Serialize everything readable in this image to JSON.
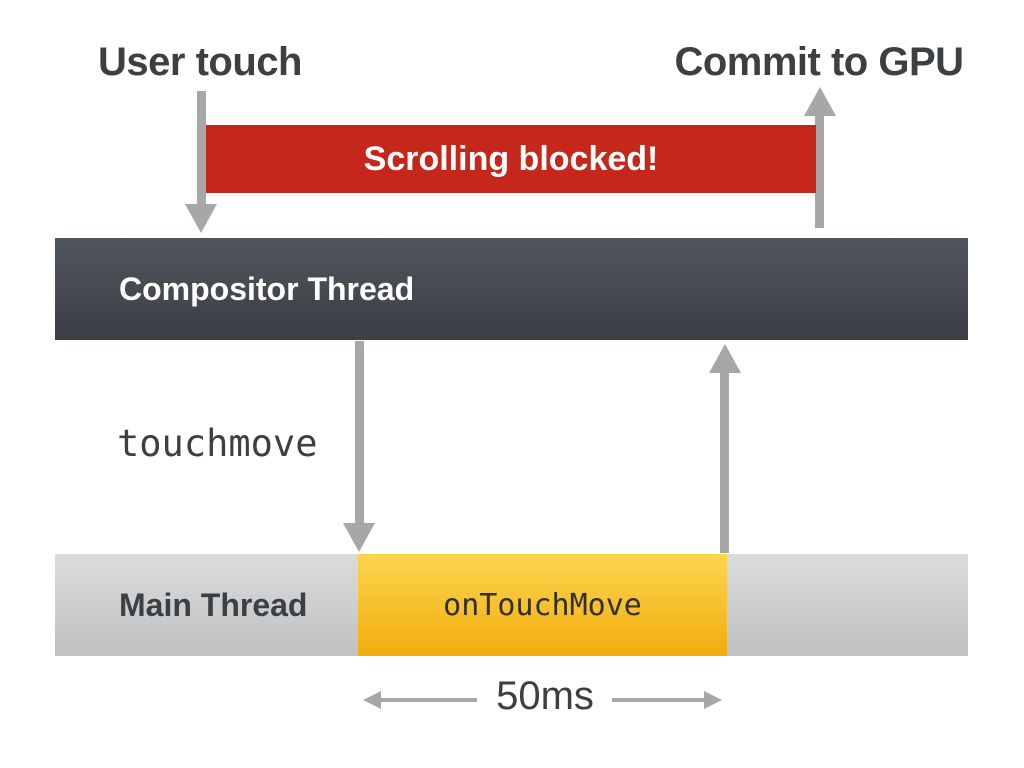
{
  "labels": {
    "user_touch": "User touch",
    "commit_gpu": "Commit to GPU",
    "scrolling_blocked": "Scrolling blocked!",
    "compositor_thread": "Compositor Thread",
    "touchmove_event": "touchmove",
    "main_thread": "Main Thread",
    "on_touch_move": "onTouchMove",
    "duration": "50ms"
  },
  "colors": {
    "blocked_banner_red": "#c5281b",
    "banner_text": "#ffffff",
    "compositor_gradient_top": "#51555e",
    "compositor_gradient_bottom": "#3b3e43",
    "main_thread_gradient_top": "#dadcde",
    "main_thread_gradient_bottom": "#bec0c2",
    "task_gradient_top": "#fcd64f",
    "task_gradient_bottom": "#f2ac0e",
    "arrow_gray": "#a7a7a7",
    "text_dark": "#3c4043",
    "background": "#ffffff"
  }
}
